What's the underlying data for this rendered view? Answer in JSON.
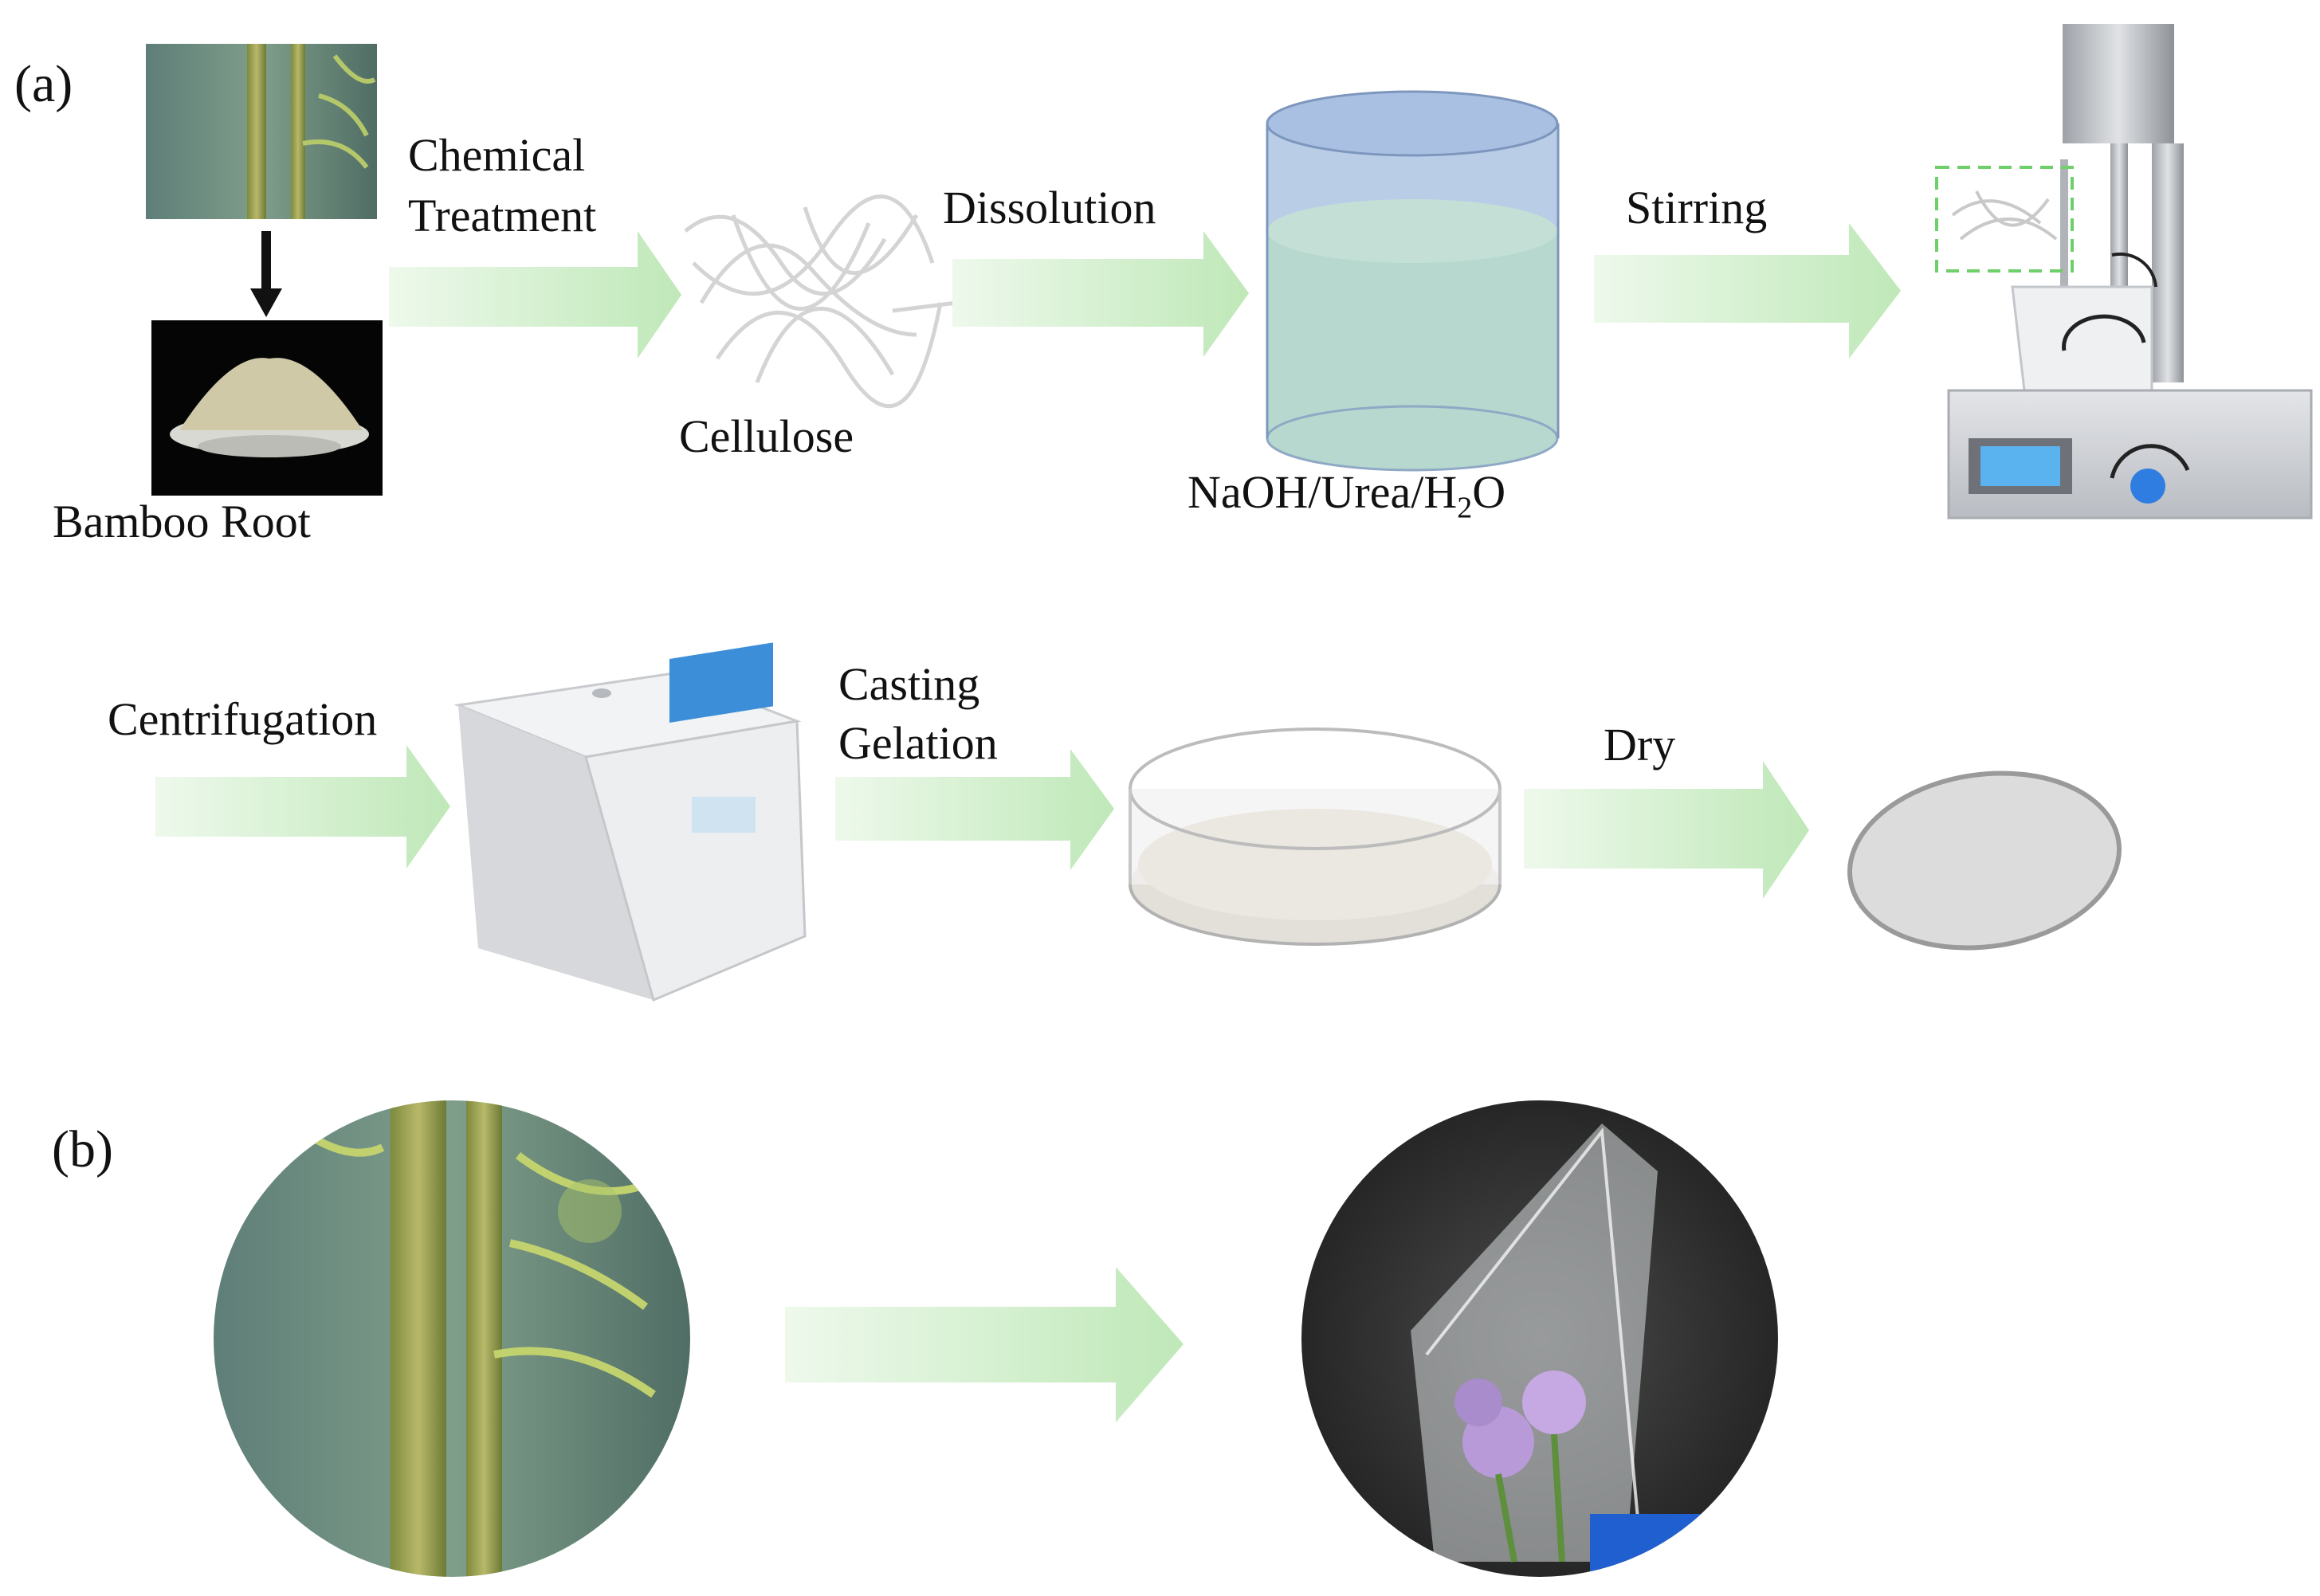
{
  "panels": {
    "a": "(a)",
    "b": "(b)"
  },
  "labels": {
    "bamboo_root": "Bamboo Root",
    "chemical_treatment_1": "Chemical",
    "chemical_treatment_2": "Treatment",
    "cellulose": "Cellulose",
    "dissolution": "Dissolution",
    "solvent_base": "NaOH/Urea/H",
    "solvent_sub": "2",
    "solvent_tail": "O",
    "stirring": "Stirring",
    "centrifugation": "Centrifugation",
    "casting": "Casting",
    "gelation": "Gelation",
    "dry": "Dry"
  },
  "colors": {
    "arrow": "#c9ecc4",
    "arrow_light": "#eef9ec",
    "liquid": "#b9dcd0",
    "beaker_top": "#b6cde9",
    "device": "#c9ccd1",
    "accent_blue": "#2f7de1"
  }
}
